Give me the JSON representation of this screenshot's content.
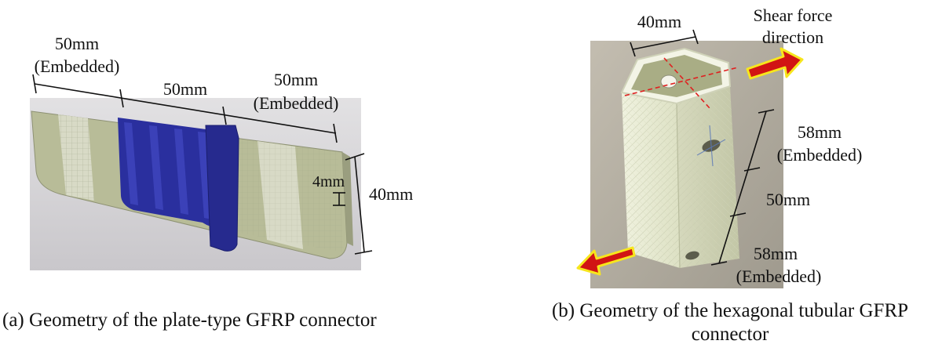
{
  "plate": {
    "dims": {
      "left_length": "50mm",
      "left_note": "(Embedded)",
      "middle_length": "50mm",
      "right_length": "50mm",
      "right_note": "(Embedded)",
      "thickness": "4mm",
      "width": "40mm"
    },
    "caption": "(a) Geometry of the plate-type GFRP connector"
  },
  "tube": {
    "dims": {
      "top_width": "40mm",
      "force_label_line1": "Shear force",
      "force_label_line2": "direction",
      "upper_length": "58mm",
      "upper_note": "(Embedded)",
      "middle_length": "50mm",
      "lower_length": "58mm",
      "lower_note": "(Embedded)"
    },
    "caption_line1": "(b) Geometry of the hexagonal tubular GFRP",
    "caption_line2": "connector"
  },
  "colors": {
    "plate_gfrp": "#b9bd9a",
    "plate_band": "#d6d9c2",
    "blue_spacer": "#2a2f9e",
    "tube_gfrp": "#e3e6cc",
    "photo_bg": "#bcb6a8",
    "arrow_red": "#d11414",
    "arrow_yellow": "#f7e61d",
    "dash_red": "#e02020"
  }
}
